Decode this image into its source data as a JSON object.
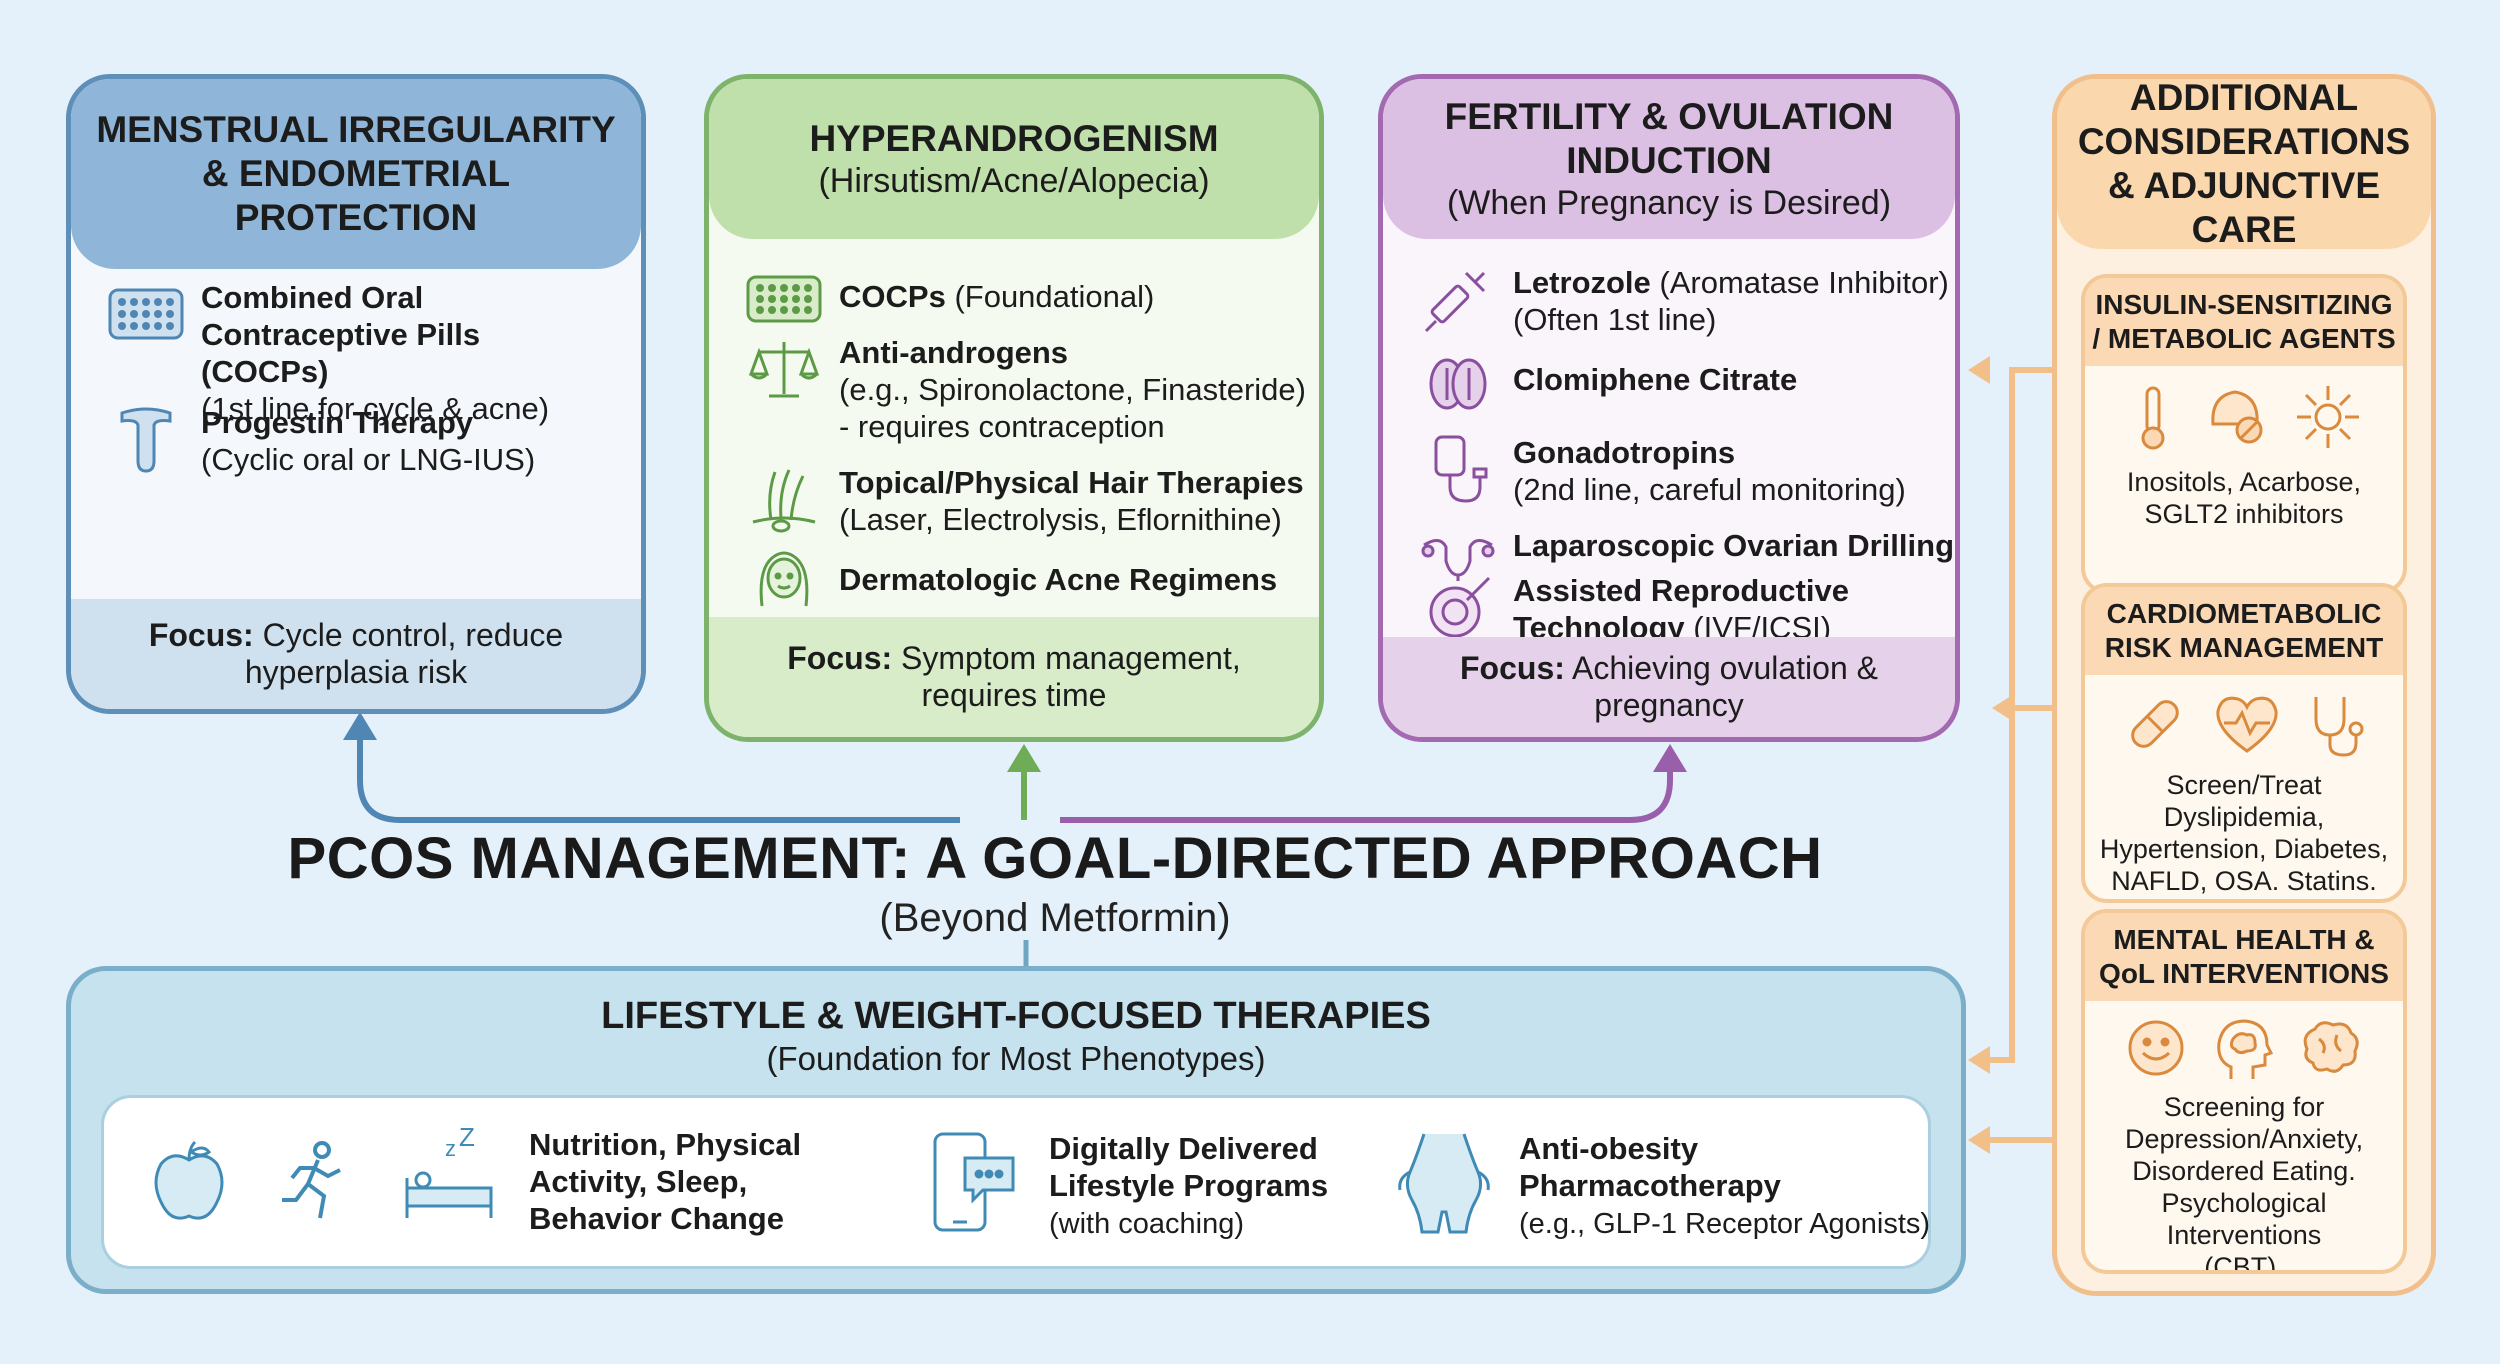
{
  "title": {
    "main": "PCOS MANAGEMENT: A GOAL-DIRECTED APPROACH",
    "sub": "(Beyond Metformin)"
  },
  "menstrual": {
    "title": "MENSTRUAL IRREGULARITY & ENDOMETRIAL PROTECTION",
    "items": [
      {
        "label": "Combined Oral Contraceptive Pills (COCPs)",
        "detail": "(1st line for cycle & acne)",
        "icon": "pill-pack-icon"
      },
      {
        "label": "Progestin Therapy",
        "detail": "(Cyclic oral or LNG-IUS)",
        "icon": "iud-icon"
      }
    ],
    "focus_label": "Focus:",
    "focus_text": "Cycle control, reduce hyperplasia risk"
  },
  "hyperandrogenism": {
    "title": "HYPERANDROGENISM",
    "subtitle": "(Hirsutism/Acne/Alopecia)",
    "items": [
      {
        "label": "COCPs",
        "detail": "(Foundational)",
        "icon": "pill-pack-icon"
      },
      {
        "label": "Anti-androgens",
        "detail": "(e.g., Spironolactone, Finasteride) - requires contraception",
        "icon": "scales-icon"
      },
      {
        "label": "Topical/Physical Hair Therapies",
        "detail": "(Laser, Electrolysis, Eflornithine)",
        "icon": "hair-follicle-icon"
      },
      {
        "label": "Dermatologic Acne Regimens",
        "detail": "",
        "icon": "face-icon"
      }
    ],
    "focus_label": "Focus:",
    "focus_text": "Symptom management, requires time"
  },
  "fertility": {
    "title": "FERTILITY & OVULATION INDUCTION",
    "subtitle": "(When Pregnancy is Desired)",
    "items": [
      {
        "label": "Letrozole",
        "detail_inline": "(Aromatase Inhibitor)",
        "detail": "(Often 1st line)",
        "icon": "syringe-icon"
      },
      {
        "label": "Clomiphene Citrate",
        "detail": "",
        "icon": "ovary-icon"
      },
      {
        "label": "Gonadotropins",
        "detail": "(2nd line, careful monitoring)",
        "icon": "iv-bag-icon"
      },
      {
        "label": "Laparoscopic Ovarian Drilling",
        "detail": "",
        "icon": "uterus-icon"
      },
      {
        "label": "Assisted Reproductive Technology",
        "detail": "(IVF/ICSI)",
        "icon": "ivf-icon"
      }
    ],
    "focus_label": "Focus:",
    "focus_text": "Achieving ovulation & pregnancy"
  },
  "additional": {
    "title": "ADDITIONAL CONSIDERATIONS & ADJUNCTIVE CARE",
    "sections": [
      {
        "title": "INSULIN-SENSITIZING / METABOLIC AGENTS",
        "text": "Inositols, Acarbose, SGLT2 inhibitors"
      },
      {
        "title": "CARDIOMETABOLIC RISK MANAGEMENT",
        "text": "Screen/Treat Dyslipidemia, Hypertension, Diabetes, NAFLD, OSA. Statins."
      },
      {
        "title": "MENTAL HEALTH & QoL INTERVENTIONS",
        "text": "Screening for Depression/Anxiety, Disordered Eating. Psychological Interventions (CBT)."
      }
    ]
  },
  "lifestyle": {
    "title": "LIFESTYLE & WEIGHT-FOCUSED THERAPIES",
    "subtitle": "(Foundation for Most Phenotypes)",
    "items": [
      {
        "label": "Nutrition, Physical Activity, Sleep, Behavior Change",
        "detail": ""
      },
      {
        "label": "Digitally Delivered Lifestyle Programs",
        "detail": "(with coaching)"
      },
      {
        "label": "Anti-obesity Pharmacotherapy",
        "detail": "(e.g., GLP-1 Receptor Agonists)"
      }
    ]
  },
  "colors": {
    "blue": "#5d8fb9",
    "green": "#7db36b",
    "purple": "#a369b1",
    "orange": "#f1bf8c",
    "teal": "#7aaec9"
  }
}
